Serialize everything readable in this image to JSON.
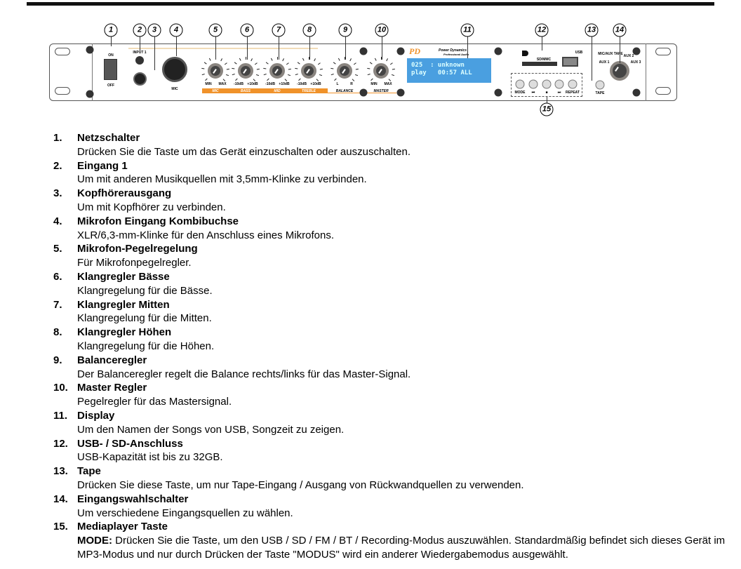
{
  "diagram": {
    "callouts": [
      "1",
      "2",
      "3",
      "4",
      "5",
      "6",
      "7",
      "8",
      "9",
      "10",
      "11",
      "12",
      "13",
      "14",
      "15"
    ],
    "power": {
      "on": "ON",
      "off": "OFF"
    },
    "input_label": "INPUT 1",
    "mic_label": "MIC",
    "knob_labels": [
      [
        "MIN",
        "MAX"
      ],
      [
        "-10dB",
        "+10dB"
      ],
      [
        "-10dB",
        "+10dB"
      ],
      [
        "-10dB",
        "+10dB"
      ],
      [
        "L",
        "R"
      ],
      [
        "MIN",
        "MAX"
      ]
    ],
    "strip_labels": [
      "MIC",
      "BASS",
      "MID",
      "TREBLE",
      "BALANCE",
      "MASTER"
    ],
    "brand": "Power Dynamics",
    "brand_sub": "Professional Audio",
    "logo": "PD",
    "display_lines": [
      "025  : unknown",
      "play   00:57 ALL"
    ],
    "sd_label": "SD/MMC",
    "usb_label": "USB",
    "player_buttons": [
      "MODE",
      "⏮",
      "■",
      "⏭",
      "REPEAT"
    ],
    "tape_label": "TAPE",
    "selector_labels": [
      "AUX 1",
      "MIC/AUX TAPE",
      "AUX 2",
      "AUX 3"
    ]
  },
  "items": [
    {
      "num": "1.",
      "title": "Netzschalter",
      "desc": "Drücken Sie die Taste um das Gerät einzuschalten oder auszuschalten."
    },
    {
      "num": "2.",
      "title": "Eingang 1",
      "desc": "Um mit anderen Musikquellen mit 3,5mm-Klinke zu verbinden."
    },
    {
      "num": "3.",
      "title": "Kopfhörerausgang",
      "desc": "Um mit Kopfhörer zu verbinden."
    },
    {
      "num": "4.",
      "title": "Mikrofon Eingang Kombibuchse",
      "desc": "XLR/6,3-mm-Klinke für den Anschluss eines Mikrofons."
    },
    {
      "num": "5.",
      "title": "Mikrofon-Pegelregelung",
      "desc": "Für Mikrofonpegelregler."
    },
    {
      "num": "6.",
      "title": "Klangregler Bässe",
      "desc": "Klangregelung für die Bässe."
    },
    {
      "num": "7.",
      "title": "Klangregler Mitten",
      "desc": "Klangregelung für die Mitten."
    },
    {
      "num": "8.",
      "title": "Klangregler Höhen",
      "desc": "Klangregelung für die Höhen."
    },
    {
      "num": "9.",
      "title": "Balanceregler",
      "desc": "Der Balanceregler regelt die Balance rechts/links für das Master-Signal."
    },
    {
      "num": "10.",
      "title": "Master Regler",
      "desc": "Pegelregler für das Mastersignal."
    },
    {
      "num": "11.",
      "title": "Display",
      "desc": "Um den Namen der Songs von USB, Songzeit zu zeigen."
    },
    {
      "num": "12.",
      "title": "USB- / SD-Anschluss",
      "desc": "USB-Kapazität ist bis zu 32GB."
    },
    {
      "num": "13.",
      "title": "Tape",
      "desc": "Drücken Sie diese Taste, um nur Tape-Eingang / Ausgang von Rückwandquellen zu verwenden."
    },
    {
      "num": "14.",
      "title": "Eingangswahlschalter",
      "desc": "Um verschiedene Eingangsquellen zu wählen."
    },
    {
      "num": "15.",
      "title": "Mediaplayer Taste",
      "desc_bold": "MODE:",
      "desc": " Drücken Sie die Taste, um den USB / SD / FM / BT / Recording-Modus auszuwählen. Standardmäßig befindet sich dieses Gerät im MP3-Modus und nur durch Drücken der Taste \"MODUS\" wird ein anderer Wiedergabemodus ausgewählt."
    }
  ]
}
